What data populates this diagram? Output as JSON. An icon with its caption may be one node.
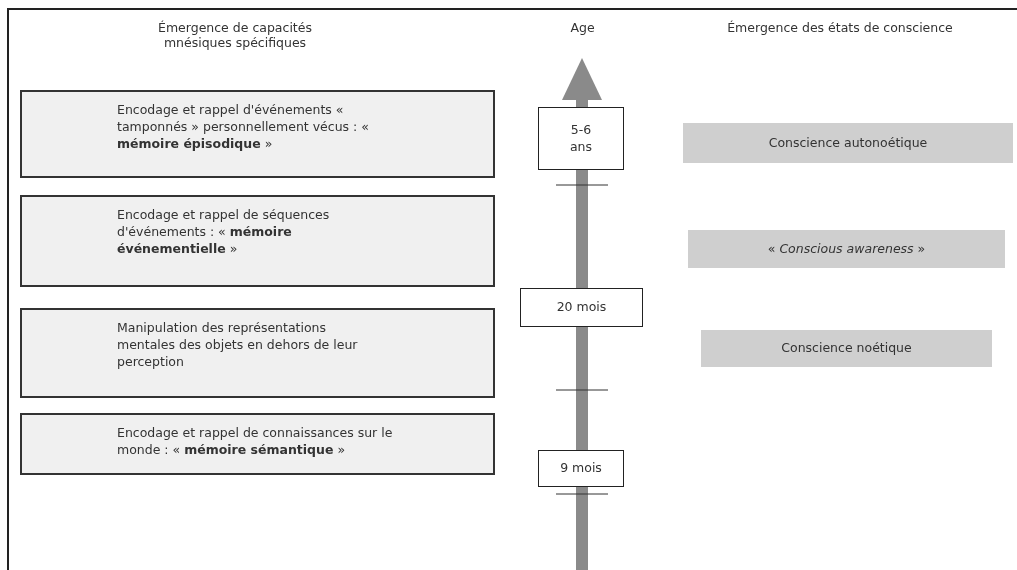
{
  "diagram": {
    "nodes": [
      {
        "text": [
          "Encodage et rappel d'événements « tamponnés » personnellement vécus : « **mémoire épisodique** »"
        ]
      },
      {
        "text": [
          "Encodage et rappel de séquences d'événements : « **mémoire événementielle** »"
        ]
      },
      {
        "text": [
          "Manipulation des représentations mentales des objets en dehors de leur perception"
        ]
      },
      {
        "text": [
          "Encodage et rappel de connaissances sur le monde : « **mémoire sémantique** »"
        ]
      },
      {
        "text": [
          "5-6 ans"
        ]
      },
      {
        "text": [
          "20 mois"
        ]
      },
      {
        "text": [
          "9 mois"
        ]
      },
      {
        "text": [
          "Conscience autonoétique"
        ]
      },
      {
        "text": [
          "« *Conscious awareness* »"
        ]
      },
      {
        "text": [
          "Conscience noétique"
        ]
      }
    ],
    "edges": [],
    "labels": [
      "Émergence de capacités mnésiques spécifiques",
      "Age",
      "Émergence des états de conscience"
    ]
  }
}
